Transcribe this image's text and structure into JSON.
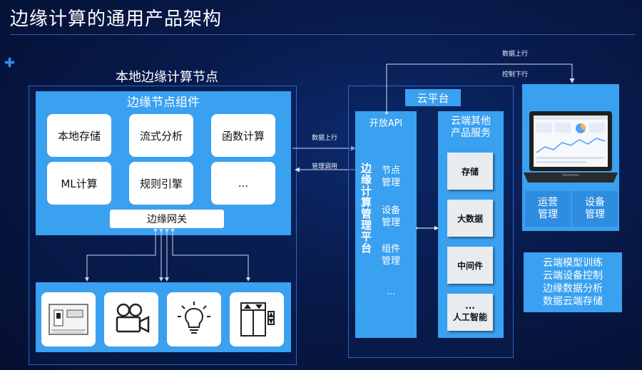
{
  "title": "边缘计算的通用产品架构",
  "local_node": {
    "label": "本地边缘计算节点",
    "components_title": "边缘节点组件",
    "components": [
      "本地存储",
      "流式分析",
      "函数计算",
      "ML计算",
      "规则引擎",
      "..."
    ],
    "gateway": "边缘网关",
    "devices": [
      "power-meter-icon",
      "camera-icon",
      "lightbulb-icon",
      "elevator-icon"
    ]
  },
  "links": {
    "data_up": "数据上行",
    "mgmt_call": "管理调用",
    "top_data_up": "数据上行",
    "top_control_down": "控制下行"
  },
  "cloud": {
    "label": "云平台",
    "open_api": "开放API",
    "platform_vertical": "边缘计算管理平台",
    "mgmt_items": [
      "节点\n管理",
      "设备\n管理",
      "组件\n管理",
      "..."
    ],
    "other_services_title": "云端其他\n产品服务",
    "services": [
      "存储",
      "大数据",
      "中间件",
      "...\n人工智能"
    ]
  },
  "console": {
    "buttons": [
      "运营\n管理",
      "设备\n管理"
    ]
  },
  "features": [
    "云端模型训练",
    "云端设备控制",
    "边缘数据分析",
    "数据云端存储"
  ]
}
